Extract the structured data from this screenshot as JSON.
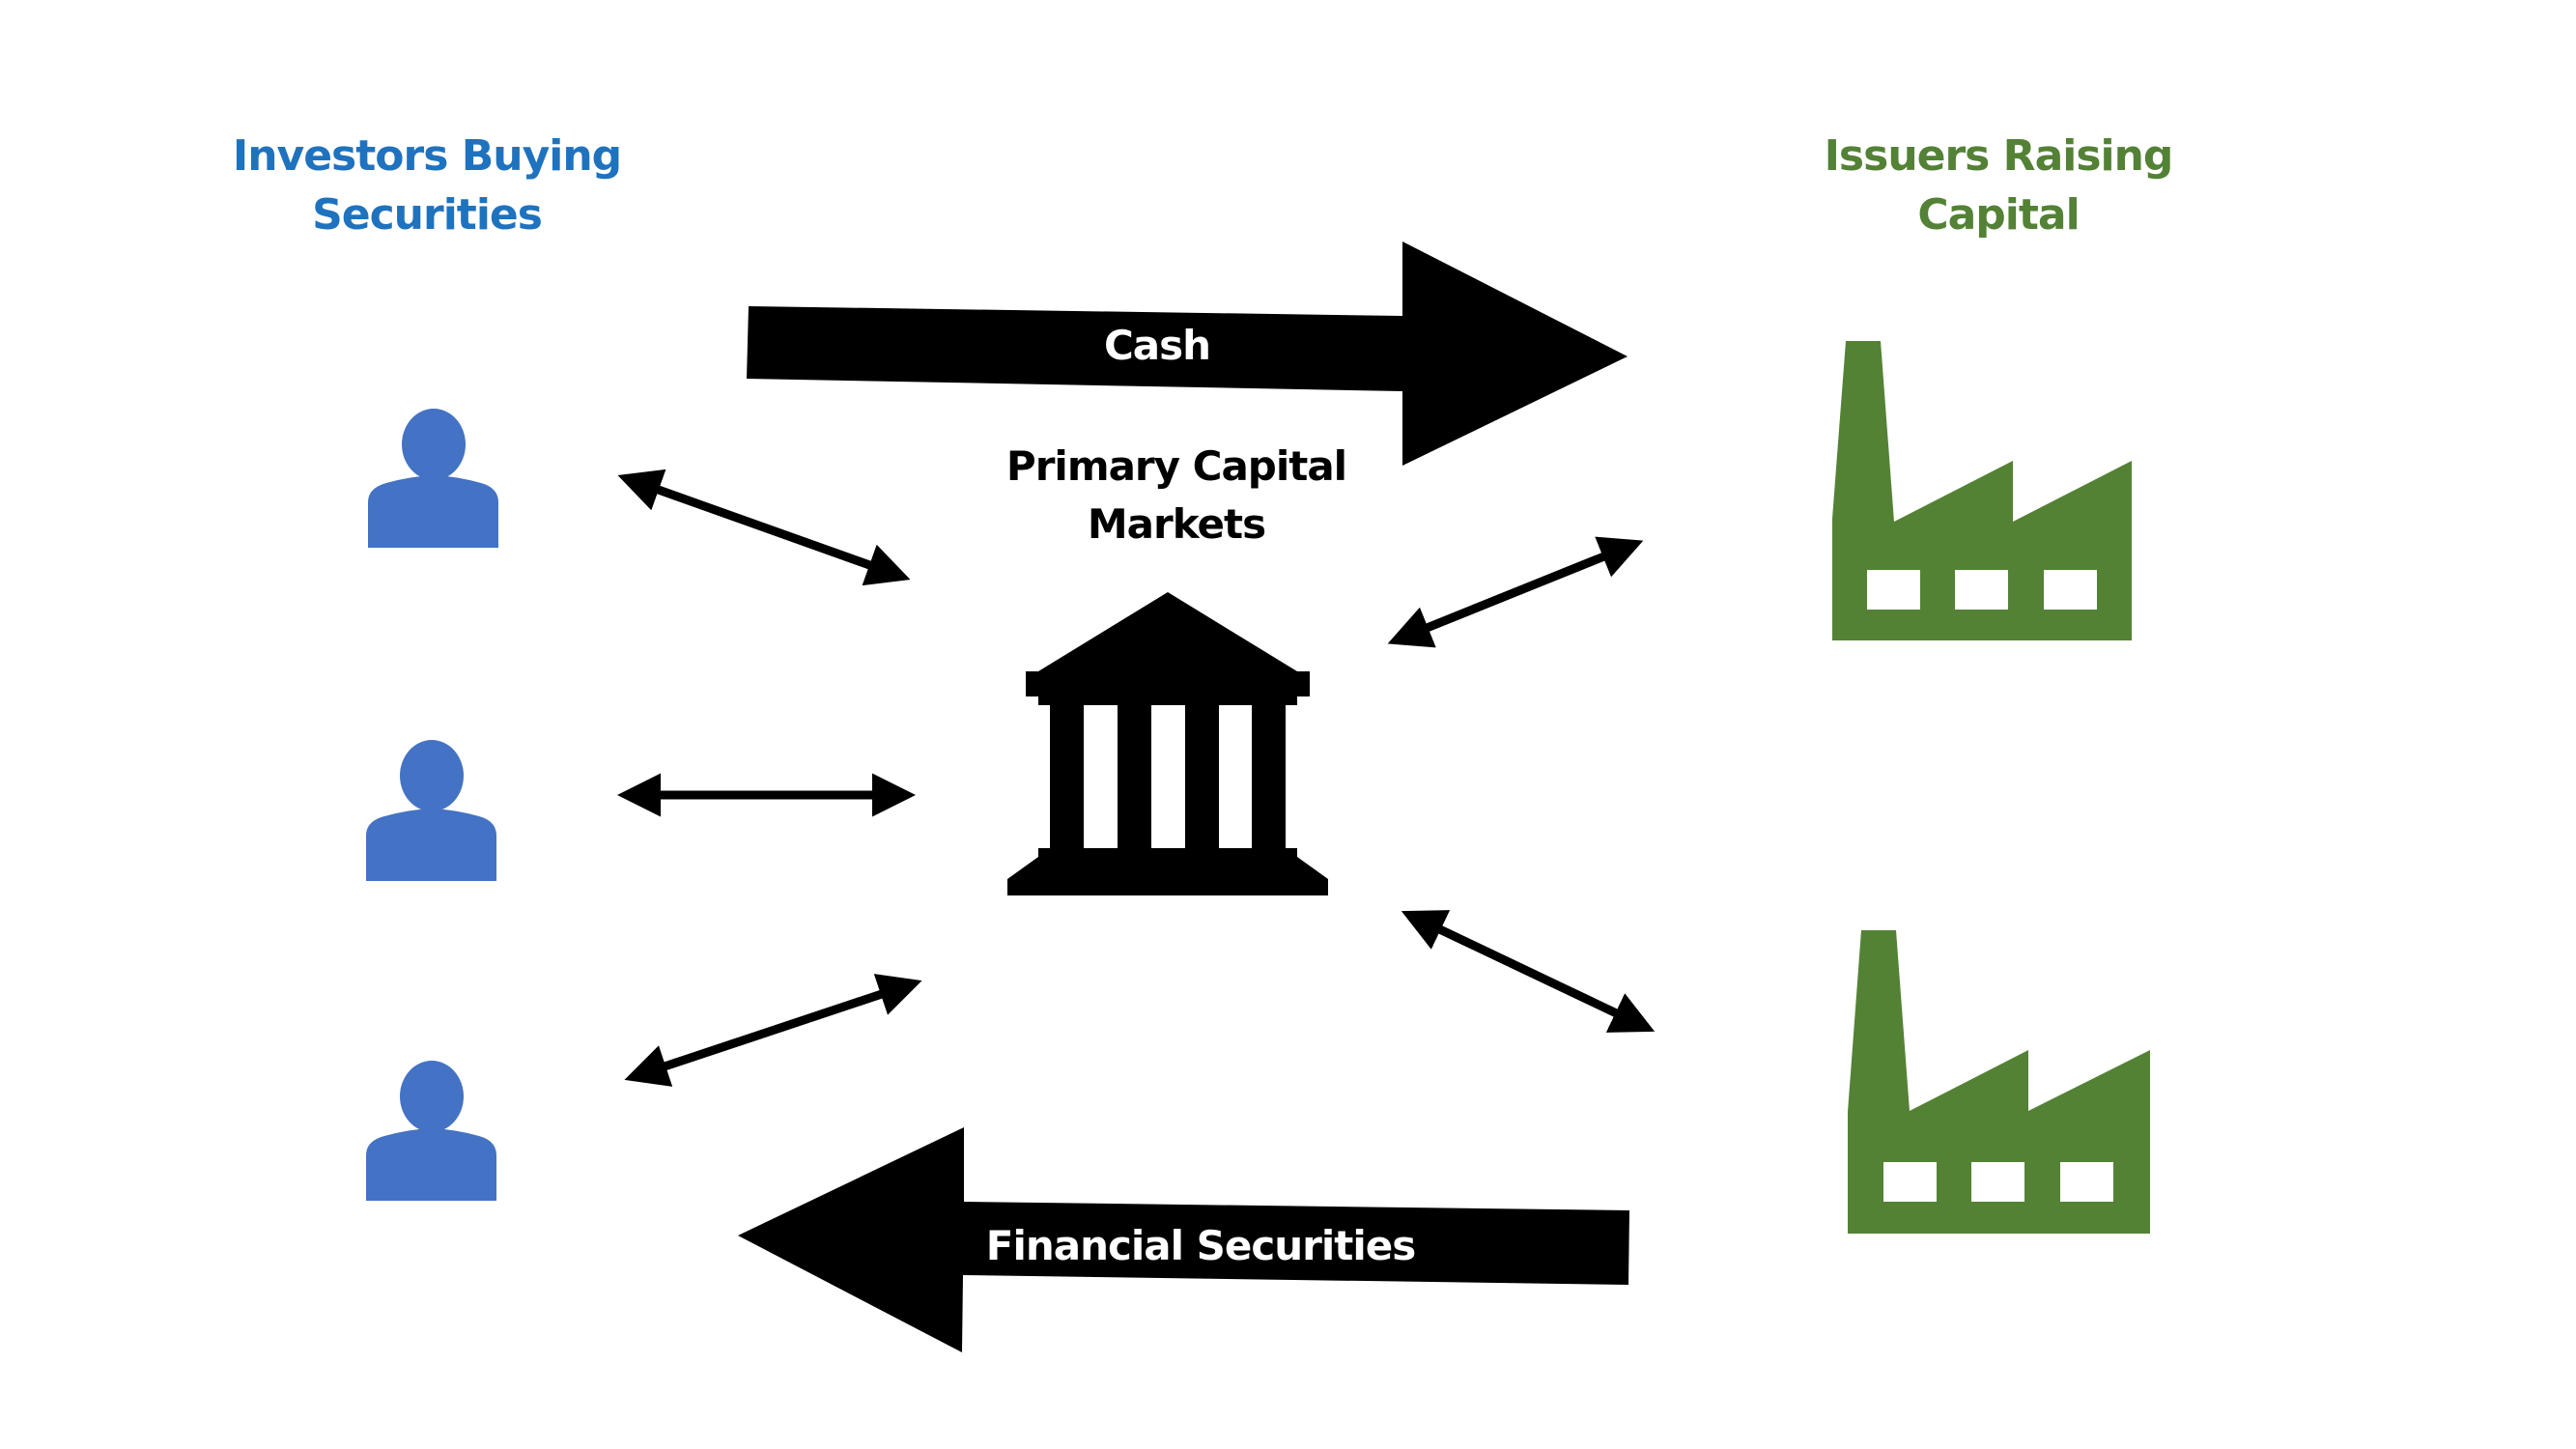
{
  "diagram": {
    "investors_title": [
      "Investors Buying",
      "Securities"
    ],
    "issuers_title": [
      "Issuers Raising",
      "Capital"
    ],
    "center_label": [
      "Primary Capital",
      "Markets"
    ],
    "cash_arrow_label": "Cash",
    "securities_arrow_label": "Financial Securities",
    "colors": {
      "investors": "#1f72be",
      "investor_icon": "#4472c4",
      "issuers": "#538135",
      "issuer_icon": "#548235",
      "arrows": "#000000"
    },
    "icons": {
      "investor": "person-icon",
      "issuer": "factory-icon",
      "market": "bank-building-icon"
    },
    "investor_count": 3,
    "issuer_count": 2
  }
}
